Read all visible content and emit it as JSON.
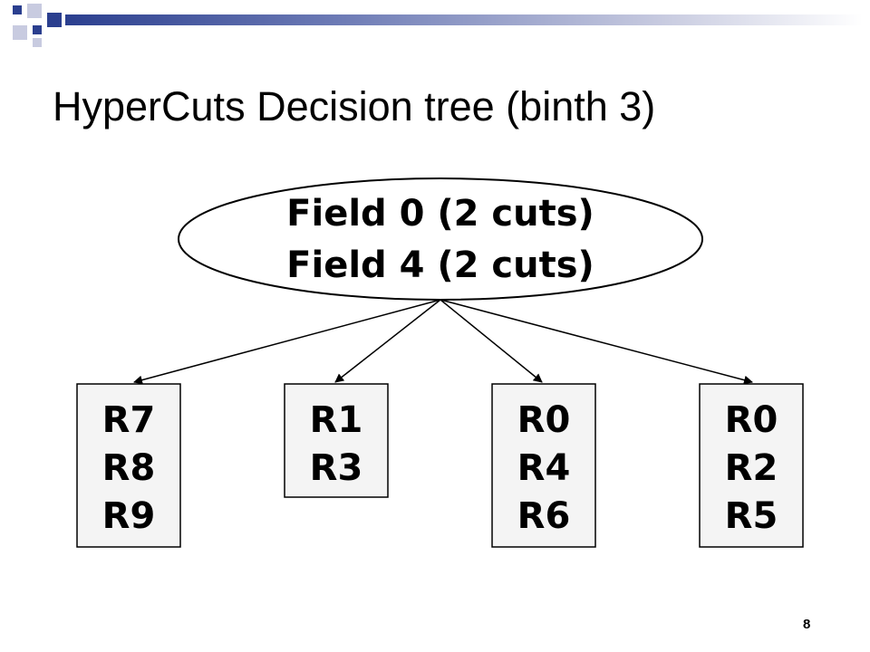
{
  "slide": {
    "title": "HyperCuts Decision tree (binth 3)",
    "page_number": "8",
    "accent_color": "#2b3f8f",
    "accent_light": "#c8cbe0"
  },
  "diagram": {
    "root": {
      "lines": [
        "Field 0 (2 cuts)",
        "Field 4 (2 cuts)"
      ]
    },
    "leaves": [
      {
        "rules": [
          "R7",
          "R8",
          "R9"
        ]
      },
      {
        "rules": [
          "R1",
          "R3"
        ]
      },
      {
        "rules": [
          "R0",
          "R4",
          "R6"
        ]
      },
      {
        "rules": [
          "R0",
          "R2",
          "R5"
        ]
      }
    ],
    "colors": {
      "leaf_fill": "#f4f4f4",
      "stroke": "#000000"
    }
  }
}
